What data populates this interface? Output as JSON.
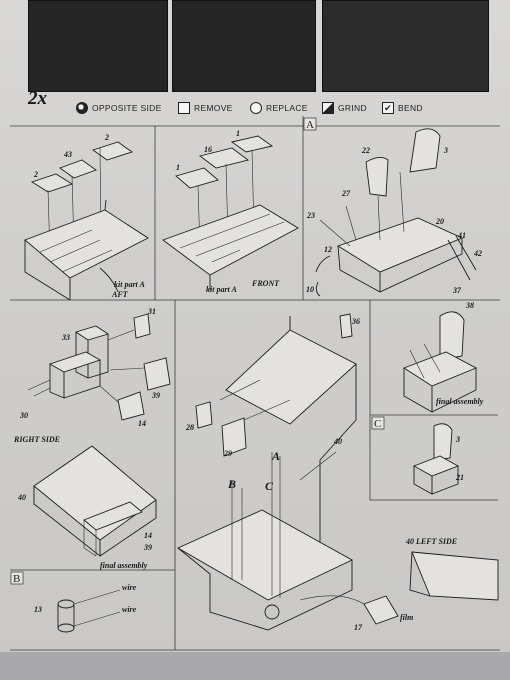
{
  "quantity": "2x",
  "legend": [
    {
      "icon": "opposite-side-icon",
      "label": "OPPOSITE SIDE"
    },
    {
      "icon": "remove-icon",
      "label": "REMOVE"
    },
    {
      "icon": "replace-icon",
      "label": "REPLACE"
    },
    {
      "icon": "grind-icon",
      "label": "GRIND"
    },
    {
      "icon": "bend-icon",
      "label": "BEND"
    }
  ],
  "panels": {
    "aft": {
      "parts": [
        "2",
        "43",
        "2"
      ],
      "caption_kit": "kit part A",
      "caption_view": "AFT"
    },
    "front": {
      "parts": [
        "1",
        "16",
        "1"
      ],
      "caption_kit": "kit part A",
      "caption_view": "FRONT"
    },
    "a": {
      "letter": "A",
      "parts": [
        "22",
        "3",
        "27",
        "23",
        "20",
        "12",
        "41",
        "42",
        "10",
        "37",
        "38"
      ],
      "caption": "final assembly"
    },
    "right_side": {
      "parts": [
        "33",
        "31",
        "30",
        "39",
        "14",
        "40",
        "14",
        "39"
      ],
      "label": "RIGHT SIDE",
      "caption": "final assembly"
    },
    "center": {
      "parts": [
        "36",
        "28",
        "29",
        "40"
      ],
      "letters": [
        "B",
        "C",
        "A"
      ]
    },
    "c": {
      "letter": "C",
      "parts": [
        "3",
        "21"
      ]
    },
    "b": {
      "letter": "B",
      "parts": [
        "13"
      ],
      "notes": [
        "wire",
        "wire"
      ]
    },
    "left_side": {
      "label": "40 LEFT SIDE",
      "parts": [
        "17"
      ],
      "note": "film"
    }
  }
}
